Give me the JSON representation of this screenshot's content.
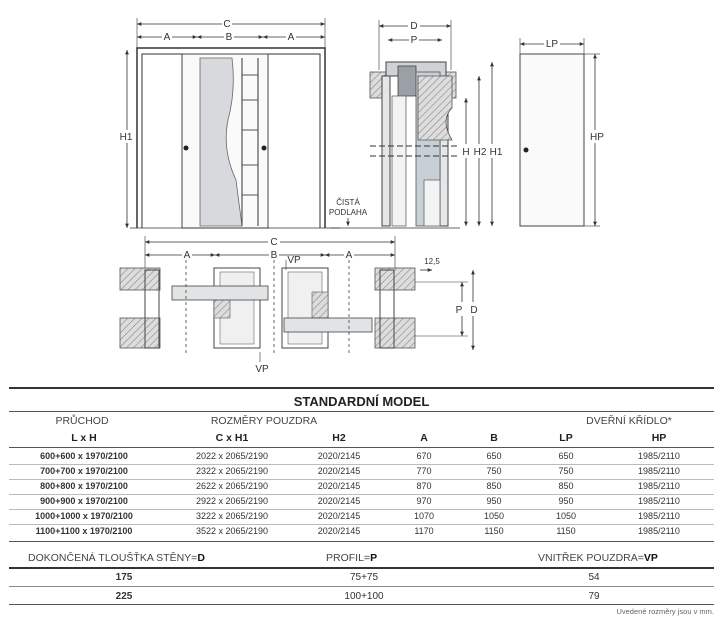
{
  "drawing": {
    "labels": {
      "c": "C",
      "a": "A",
      "b": "B",
      "d": "D",
      "p": "P",
      "lp": "LP",
      "h": "H",
      "h1": "H1",
      "h2": "H2",
      "hp": "HP",
      "vp": "VP",
      "cista": "ČISTÁ",
      "podlaha": "PODLAHA",
      "gap": "12,5"
    }
  },
  "table": {
    "title": "STANDARDNÍ MODEL",
    "group_headers": {
      "pruchod": "PRŮCHOD",
      "rozmery": "ROZMĚRY POUZDRA",
      "kridlo": "DVEŘNÍ KŘÍDLO*"
    },
    "columns": [
      "L x H",
      "C x H1",
      "H2",
      "A",
      "B",
      "LP",
      "HP"
    ],
    "rows": [
      [
        "600+600 x 1970/2100",
        "2022 x 2065/2190",
        "2020/2145",
        "670",
        "650",
        "650",
        "1985/2110"
      ],
      [
        "700+700 x 1970/2100",
        "2322 x 2065/2190",
        "2020/2145",
        "770",
        "750",
        "750",
        "1985/2110"
      ],
      [
        "800+800 x 1970/2100",
        "2622 x 2065/2190",
        "2020/2145",
        "870",
        "850",
        "850",
        "1985/2110"
      ],
      [
        "900+900 x 1970/2100",
        "2922 x 2065/2190",
        "2020/2145",
        "970",
        "950",
        "950",
        "1985/2110"
      ],
      [
        "1000+1000 x 1970/2100",
        "3222 x 2065/2190",
        "2020/2145",
        "1070",
        "1050",
        "1050",
        "1985/2110"
      ],
      [
        "1100+1100 x 1970/2100",
        "3522 x 2065/2190",
        "2020/2145",
        "1170",
        "1150",
        "1150",
        "1985/2110"
      ]
    ]
  },
  "wall": {
    "headers": {
      "d_label": "DOKONČENÁ TLOUŠŤKA STĚNY=",
      "d_key": "D",
      "p_label": "PROFIL=",
      "p_key": "P",
      "vp_label": "VNITŘEK POUZDRA=",
      "vp_key": "VP"
    },
    "rows": [
      [
        "175",
        "75+75",
        "54"
      ],
      [
        "225",
        "100+100",
        "79"
      ]
    ]
  },
  "footnote": "Uvedené rozměry jsou v mm."
}
